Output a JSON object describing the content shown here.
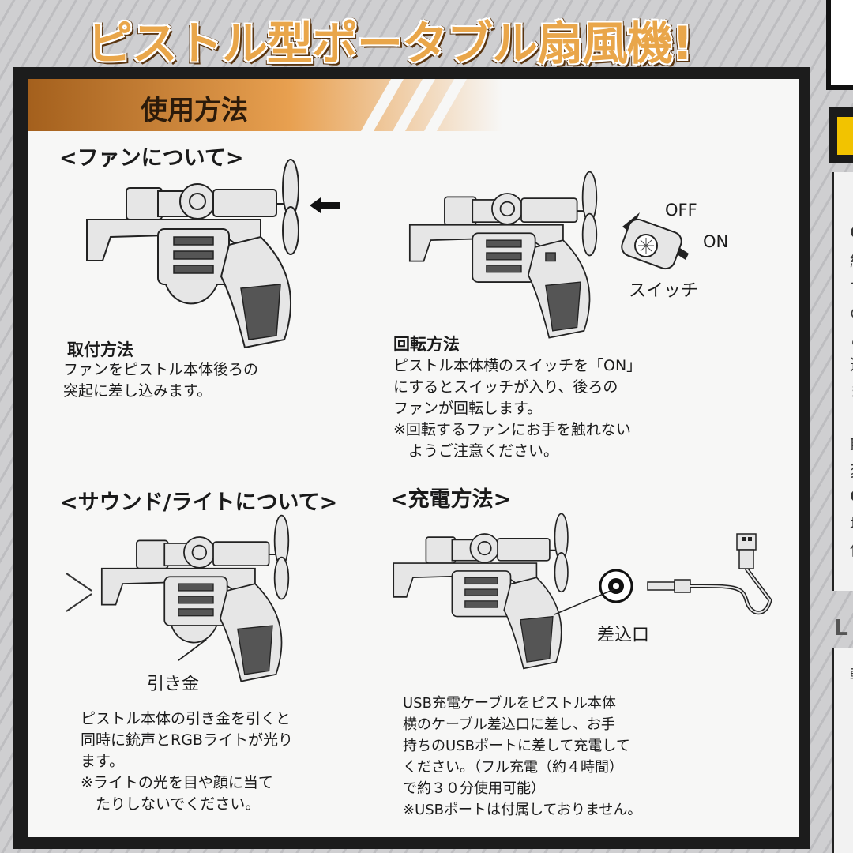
{
  "title": "ピストル型ポータブル扇風機!",
  "section_header": "使用方法",
  "fan_section": {
    "heading": "<ファンについて>",
    "attach": {
      "title": "取付方法",
      "body": "ファンをピストル本体後ろの\n突起に差し込みます。"
    },
    "rotate": {
      "title": "回転方法",
      "body": "ピストル本体横のスイッチを「ON」\nにするとスイッチが入り、後ろの\nファンが回転します。\n※回転するファンにお手を触れない\n　ようご注意ください。"
    },
    "labels": {
      "off": "OFF",
      "on": "ON",
      "switch": "スイッチ"
    }
  },
  "sound_section": {
    "heading": "<サウンド/ライトについて>",
    "trigger_label": "引き金",
    "body": "ピストル本体の引き金を引くと\n同時に銃声とRGBライトが光り\nます。\n※ライトの光を目や顔に当て\n　たりしないでください。"
  },
  "charge_section": {
    "heading": "<充電方法>",
    "port_label": "差込口",
    "body": "USB充電ケーブルをピストル本体\n横のケーブル差込口に差し、お手\n持ちのUSBポートに差して充電して\nください。（フル充電（約４時間）\nで約３０分使用可能）\n※USBポートは付属しておりません。"
  },
  "right_panel": {
    "chars": [
      "●",
      "給",
      "で",
      "の",
      "ご",
      "近",
      "ま",
      "し",
      "取",
      "変",
      "●",
      "場",
      "保",
      "し"
    ],
    "heading_fragment": "L",
    "char2": "軽"
  },
  "icons": [
    "arrow-left-icon",
    "arrow-diagonal-icon",
    "usb-plug-icon",
    "port-circle-icon"
  ]
}
